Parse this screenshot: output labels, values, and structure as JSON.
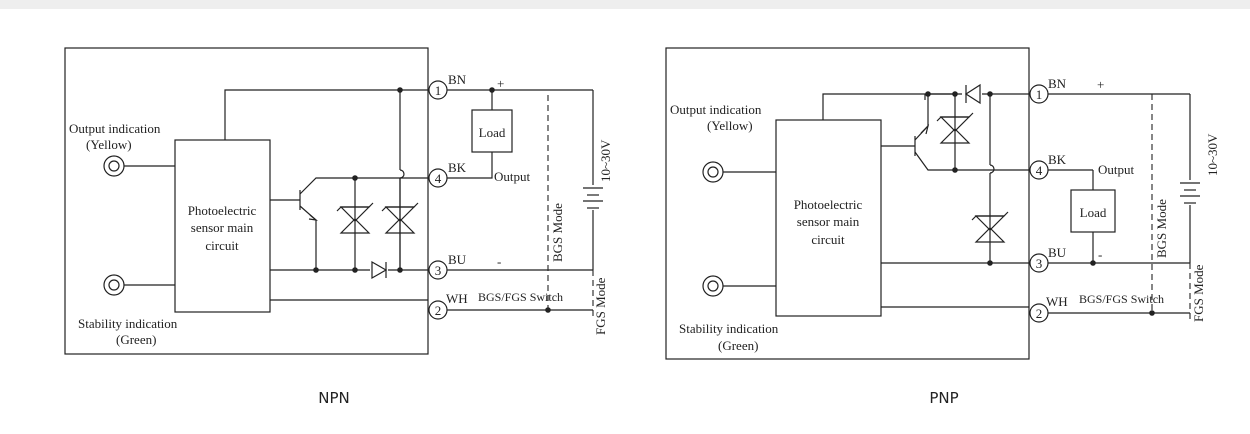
{
  "npn": {
    "caption": "NPN",
    "output_indication": "Output indication",
    "output_color": "(Yellow)",
    "stability_indication": "Stability indication",
    "stability_color": "(Green)",
    "circuit_l1": "Photoelectric",
    "circuit_l2": "sensor main",
    "circuit_l3": "circuit",
    "pin1": "1",
    "pin2": "2",
    "pin3": "3",
    "pin4": "4",
    "bn": "BN",
    "bk": "BK",
    "bu": "BU",
    "wh": "WH",
    "plus": "+",
    "minus": "-",
    "load": "Load",
    "output": "Output",
    "switch": "BGS/FGS Switch",
    "voltage": "10~30V",
    "bgs_mode": "BGS Mode",
    "fgs_mode": "FGS Mode"
  },
  "pnp": {
    "caption": "PNP",
    "output_indication": "Output indication",
    "output_color": "(Yellow)",
    "stability_indication": "Stability indication",
    "stability_color": "(Green)",
    "circuit_l1": "Photoelectric",
    "circuit_l2": "sensor main",
    "circuit_l3": "circuit",
    "pin1": "1",
    "pin2": "2",
    "pin3": "3",
    "pin4": "4",
    "bn": "BN",
    "bk": "BK",
    "bu": "BU",
    "wh": "WH",
    "plus": "+",
    "minus": "-",
    "load": "Load",
    "output": "Output",
    "switch": "BGS/FGS Switch",
    "voltage": "10~30V",
    "bgs_mode": "BGS Mode",
    "fgs_mode": "FGS Mode"
  }
}
